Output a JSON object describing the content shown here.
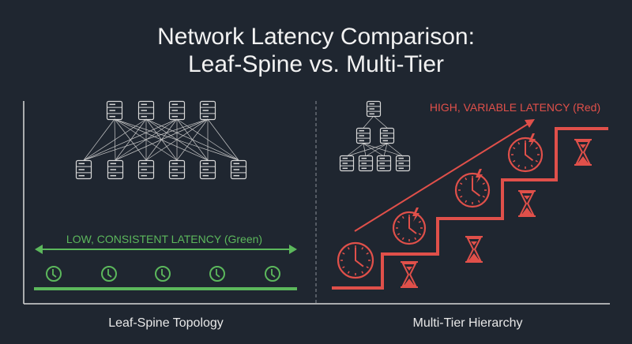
{
  "title": {
    "line1": "Network Latency Comparison:",
    "line2": "Leaf-Spine vs. Multi-Tier"
  },
  "left": {
    "label": "Leaf-Spine Topology",
    "latency_text": "LOW, CONSISTENT LATENCY (Green)",
    "spine_count": 4,
    "leaf_count": 6,
    "clock_count": 5
  },
  "right": {
    "label": "Multi-Tier Hierarchy",
    "latency_text": "HIGH, VARIABLE LATENCY (Red)",
    "clock_count": 4,
    "hourglass_count": 4
  },
  "colors": {
    "background": "#1f2630",
    "green": "#5cb85c",
    "red": "#e0504a",
    "line": "#d8d8d8"
  }
}
